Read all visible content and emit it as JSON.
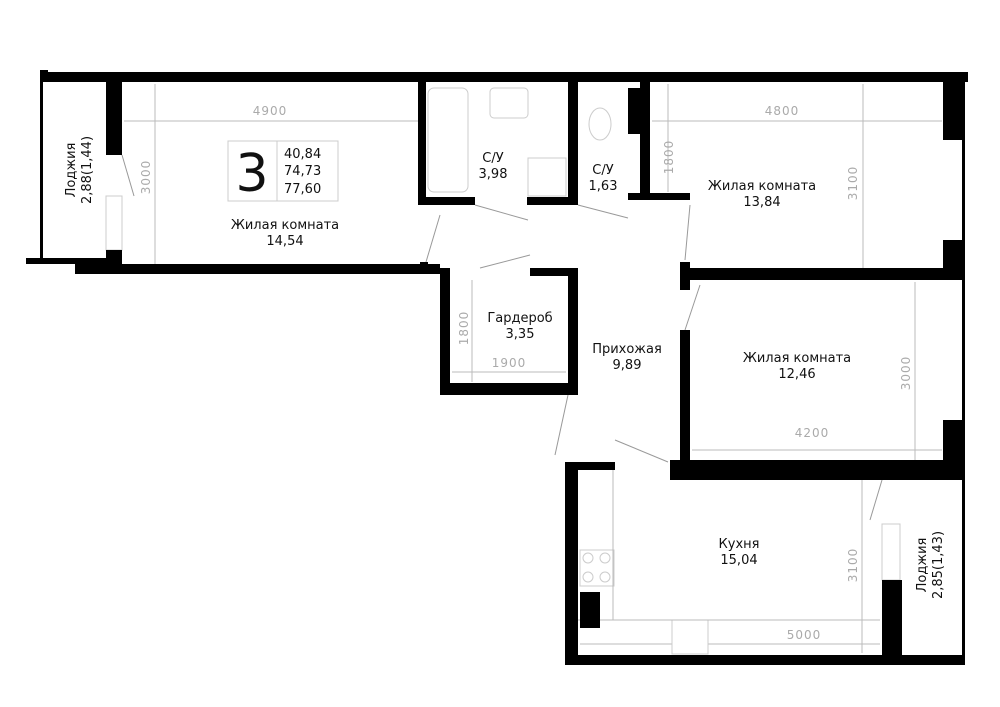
{
  "plan": {
    "rooms_count": "3",
    "areas": [
      "40,84",
      "74,73",
      "77,60"
    ],
    "rooms": [
      {
        "name": "Лоджия",
        "area": "2,88(1,44)"
      },
      {
        "name": "Жилая комната",
        "area": "14,54"
      },
      {
        "name": "С/У",
        "area": "3,98"
      },
      {
        "name": "С/У",
        "area": "1,63"
      },
      {
        "name": "Жилая комната",
        "area": "13,84"
      },
      {
        "name": "Гардероб",
        "area": "3,35"
      },
      {
        "name": "Прихожая",
        "area": "9,89"
      },
      {
        "name": "Жилая комната",
        "area": "12,46"
      },
      {
        "name": "Кухня",
        "area": "15,04"
      },
      {
        "name": "Лоджия",
        "area": "2,85(1,43)"
      }
    ],
    "dimensions": [
      "4900",
      "3000",
      "4800",
      "1800",
      "3100",
      "1800",
      "1900",
      "3000",
      "4200",
      "3100",
      "5000"
    ]
  }
}
